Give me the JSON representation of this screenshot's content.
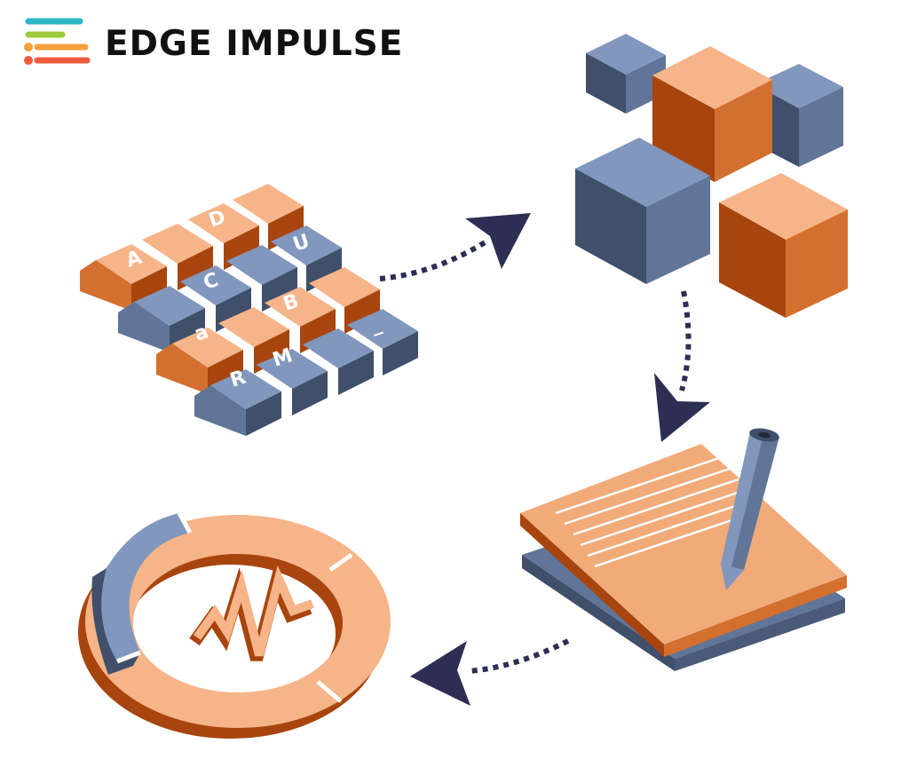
{
  "brand": {
    "name": "EDGE IMPULSE",
    "colors": {
      "teal": "#2fb5c8",
      "green": "#9ccb3b",
      "orange": "#f5a13b",
      "red": "#ef5a3c",
      "text": "#111111"
    }
  },
  "palette": {
    "orange_top": "#f6b489",
    "orange_side": "#a8450e",
    "orange_front": "#d4702f",
    "blue_top": "#8197bd",
    "blue_side": "#404f6a",
    "blue_front": "#607598",
    "arrow": "#2d2e54"
  },
  "keyboard": {
    "keys": [
      "A",
      "D",
      "C",
      "U",
      "B",
      "a",
      "M",
      "R",
      "_"
    ]
  },
  "steps": [
    {
      "id": "collect-data",
      "icon": "keyboard-blocks-icon"
    },
    {
      "id": "design-model",
      "icon": "cubes-icon"
    },
    {
      "id": "train-document",
      "icon": "paper-pencil-icon"
    },
    {
      "id": "deploy-signal",
      "icon": "signal-ring-icon"
    }
  ]
}
